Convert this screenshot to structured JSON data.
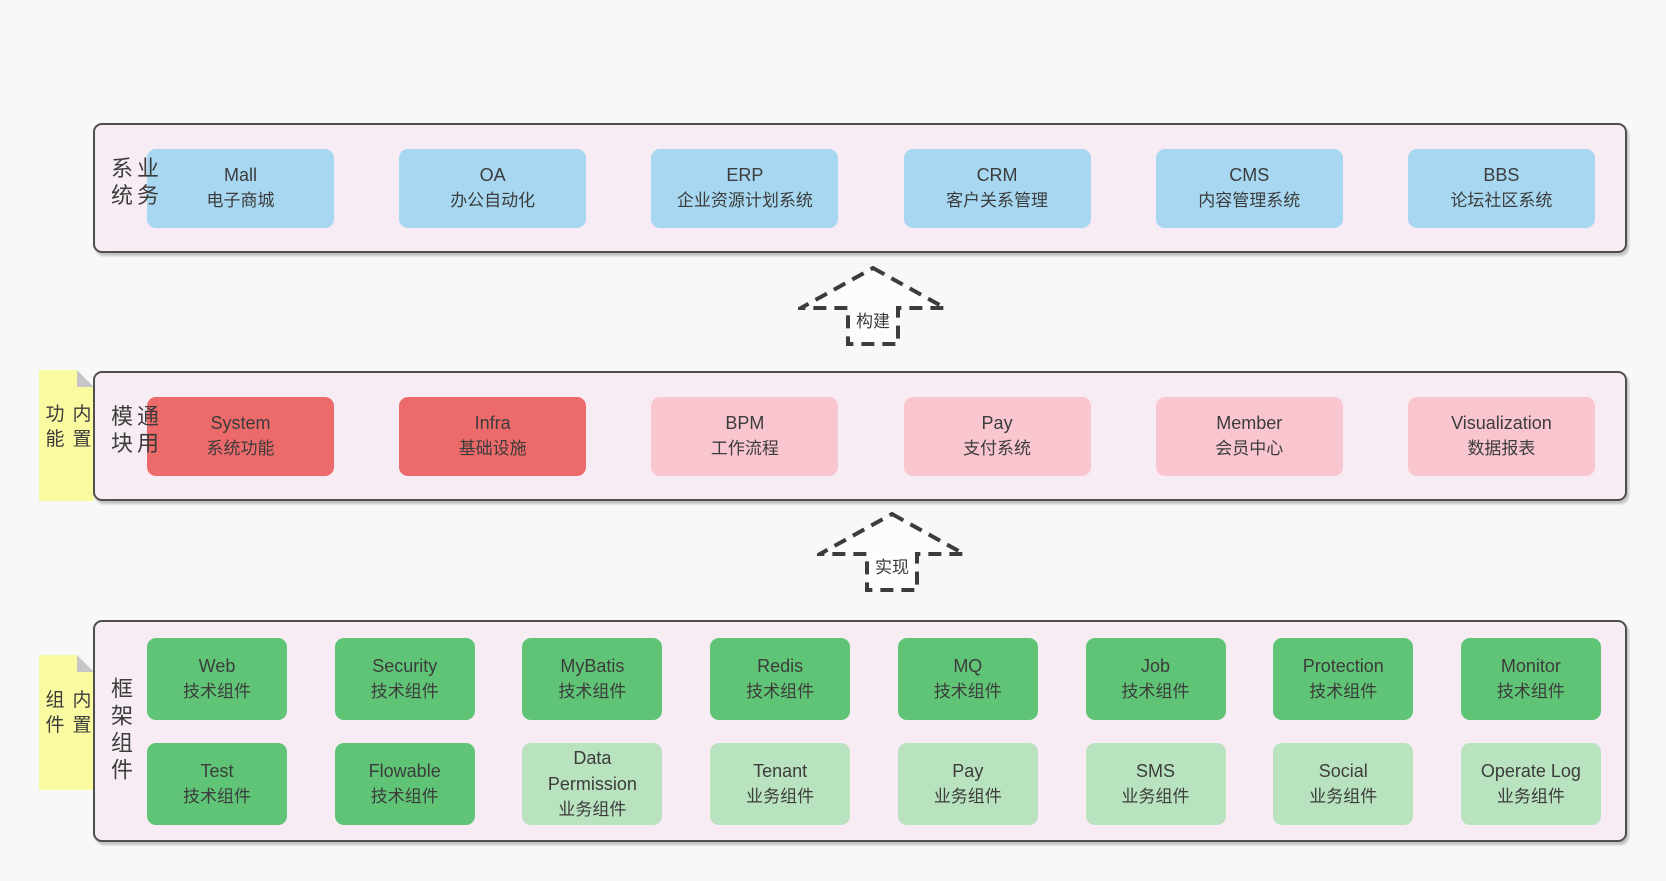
{
  "palette": {
    "page_bg": "#f8f8f8",
    "panel_bg": "#f8ecf4",
    "panel_border": "#4f4f4f",
    "blue_box": "#a7d7f1",
    "red_box": "#ed6a6a",
    "pink_box": "#f9c6cf",
    "green_box": "#5fc475",
    "light_green_box": "#b9e3bf",
    "sticky_yellow": "#fafaa1",
    "sticky_fold": "#c6c6c6",
    "text": "#3c3c3c"
  },
  "arrows": [
    {
      "label": "构建"
    },
    {
      "label": "实现"
    }
  ],
  "sections": {
    "business": {
      "side_label": "业务系统",
      "boxes": [
        {
          "name": "Mall",
          "desc": "电子商城"
        },
        {
          "name": "OA",
          "desc": "办公自动化"
        },
        {
          "name": "ERP",
          "desc": "企业资源计划系统"
        },
        {
          "name": "CRM",
          "desc": "客户关系管理"
        },
        {
          "name": "CMS",
          "desc": "内容管理系统"
        },
        {
          "name": "BBS",
          "desc": "论坛社区系统"
        }
      ]
    },
    "modules": {
      "sticky_label": "内置功能",
      "side_label": "通用模块",
      "boxes": [
        {
          "name": "System",
          "desc": "系统功能",
          "variant": "red"
        },
        {
          "name": "Infra",
          "desc": "基础设施",
          "variant": "red"
        },
        {
          "name": "BPM",
          "desc": "工作流程",
          "variant": "pink"
        },
        {
          "name": "Pay",
          "desc": "支付系统",
          "variant": "pink"
        },
        {
          "name": "Member",
          "desc": "会员中心",
          "variant": "pink"
        },
        {
          "name": "Visualization",
          "desc": "数据报表",
          "variant": "pink"
        }
      ]
    },
    "framework": {
      "sticky_label": "内置组件",
      "side_label": "框架组件",
      "row1": [
        {
          "name": "Web",
          "desc": "技术组件",
          "variant": "green"
        },
        {
          "name": "Security",
          "desc": "技术组件",
          "variant": "green"
        },
        {
          "name": "MyBatis",
          "desc": "技术组件",
          "variant": "green"
        },
        {
          "name": "Redis",
          "desc": "技术组件",
          "variant": "green"
        },
        {
          "name": "MQ",
          "desc": "技术组件",
          "variant": "green"
        },
        {
          "name": "Job",
          "desc": "技术组件",
          "variant": "green"
        },
        {
          "name": "Protection",
          "desc": "技术组件",
          "variant": "green"
        },
        {
          "name": "Monitor",
          "desc": "技术组件",
          "variant": "green"
        }
      ],
      "row2": [
        {
          "name": "Test",
          "desc": "技术组件",
          "variant": "green"
        },
        {
          "name": "Flowable",
          "desc": "技术组件",
          "variant": "green"
        },
        {
          "name": "Data Permission",
          "desc": "业务组件",
          "variant": "lightgreen"
        },
        {
          "name": "Tenant",
          "desc": "业务组件",
          "variant": "lightgreen"
        },
        {
          "name": "Pay",
          "desc": "业务组件",
          "variant": "lightgreen"
        },
        {
          "name": "SMS",
          "desc": "业务组件",
          "variant": "lightgreen"
        },
        {
          "name": "Social",
          "desc": "业务组件",
          "variant": "lightgreen"
        },
        {
          "name": "Operate Log",
          "desc": "业务组件",
          "variant": "lightgreen"
        }
      ]
    }
  }
}
